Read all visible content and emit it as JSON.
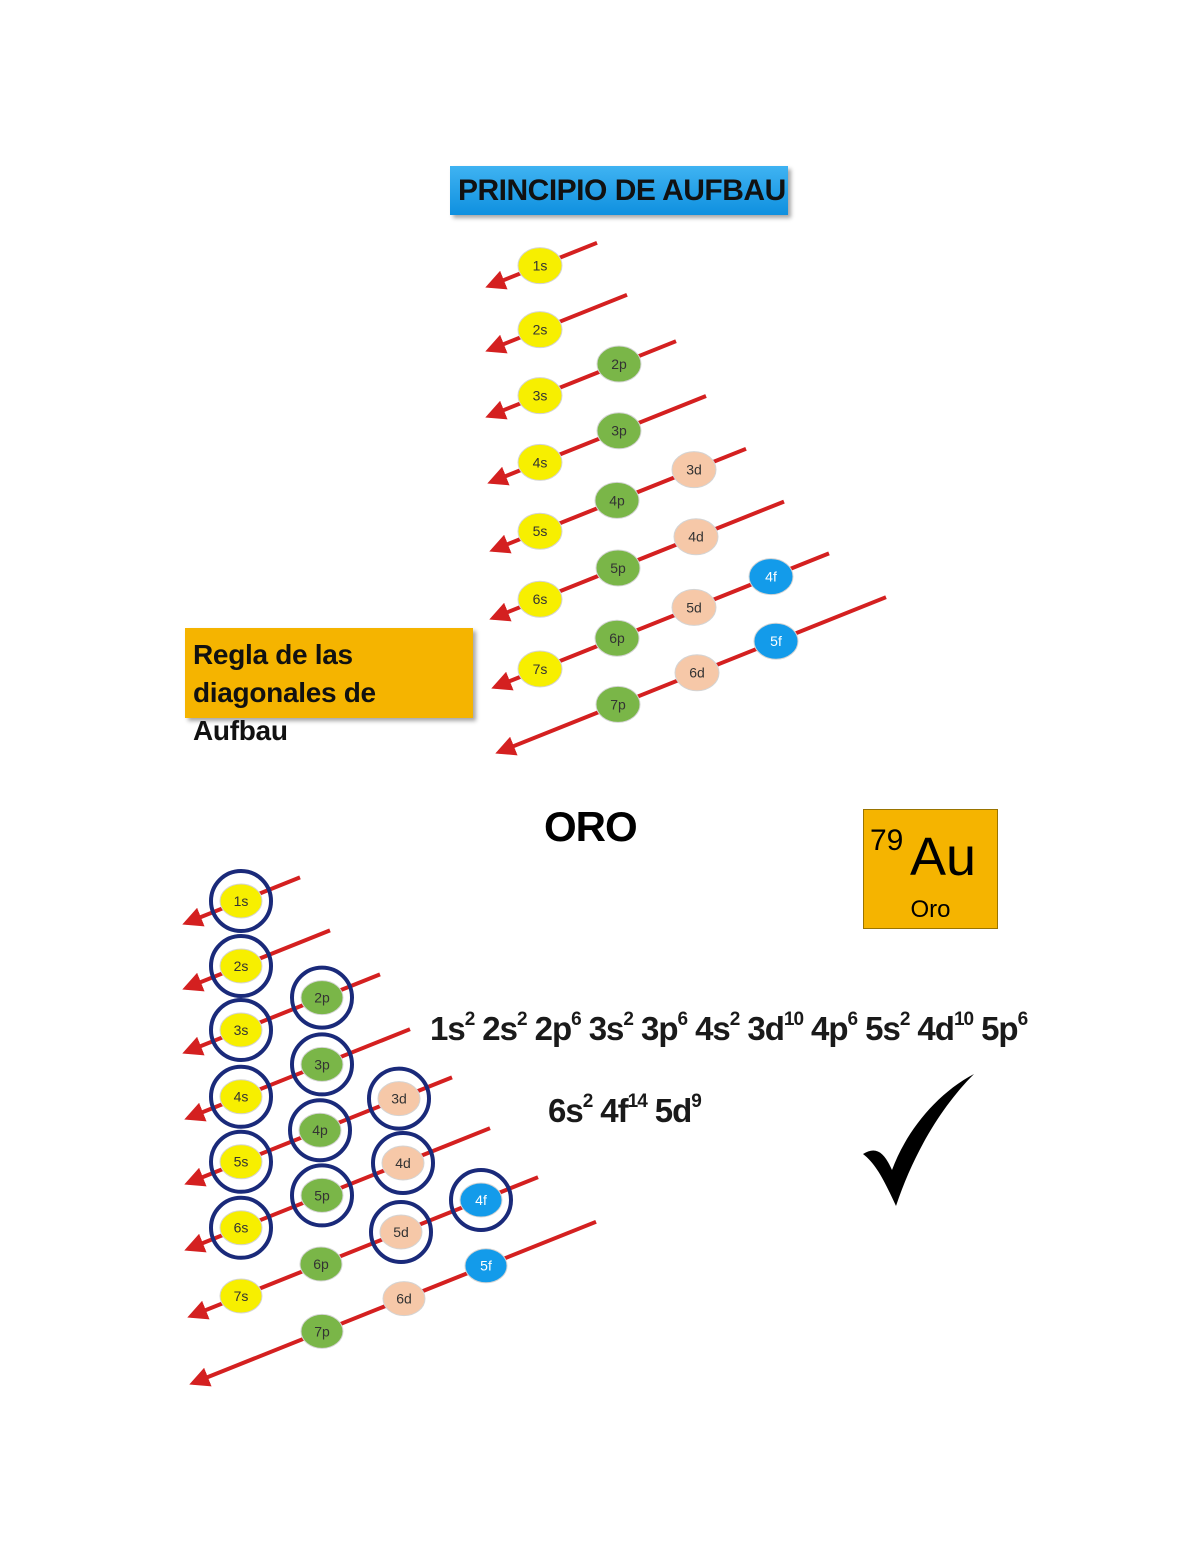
{
  "title": "PRINCIPIO DE AUFBAU",
  "rule_label": {
    "line1": "Regla de las",
    "line2": "diagonales de Aufbau"
  },
  "element_heading": "ORO",
  "element": {
    "atomic_number": "79",
    "symbol": "Au",
    "name": "Oro"
  },
  "configuration": {
    "line1": [
      {
        "orbital": "1s",
        "electrons": "2"
      },
      {
        "orbital": "2s",
        "electrons": "2"
      },
      {
        "orbital": "2p",
        "electrons": "6"
      },
      {
        "orbital": "3s",
        "electrons": "2"
      },
      {
        "orbital": "3p",
        "electrons": "6"
      },
      {
        "orbital": "4s",
        "electrons": "2"
      },
      {
        "orbital": "3d",
        "electrons": "10"
      },
      {
        "orbital": "4p",
        "electrons": "6"
      },
      {
        "orbital": "5s",
        "electrons": "2"
      },
      {
        "orbital": "4d",
        "electrons": "10"
      },
      {
        "orbital": "5p",
        "electrons": "6"
      }
    ],
    "line2": [
      {
        "orbital": "6s",
        "electrons": "2"
      },
      {
        "orbital": "4f",
        "electrons": "14"
      },
      {
        "orbital": "5d",
        "electrons": "9"
      }
    ]
  },
  "orbital_colors": {
    "s": "#f7ef00",
    "p": "#7ab648",
    "d": "#f6c8a8",
    "f": "#139bea"
  },
  "arrow_color": "#d42020",
  "highlight_ring_color": "#1a2a7a",
  "diagonals": [
    [
      "1s"
    ],
    [
      "2s"
    ],
    [
      "3s",
      "2p"
    ],
    [
      "4s",
      "3p"
    ],
    [
      "5s",
      "4p",
      "3d"
    ],
    [
      "6s",
      "5p",
      "4d"
    ],
    [
      "7s",
      "6p",
      "5d",
      "4f"
    ],
    [
      "7p",
      "6d",
      "5f"
    ]
  ],
  "occupied_orbitals_gold": [
    "1s",
    "2s",
    "2p",
    "3s",
    "3p",
    "4s",
    "3d",
    "4p",
    "5s",
    "4d",
    "5p",
    "6s",
    "4f",
    "5d"
  ],
  "check_icon": "checkmark-icon"
}
